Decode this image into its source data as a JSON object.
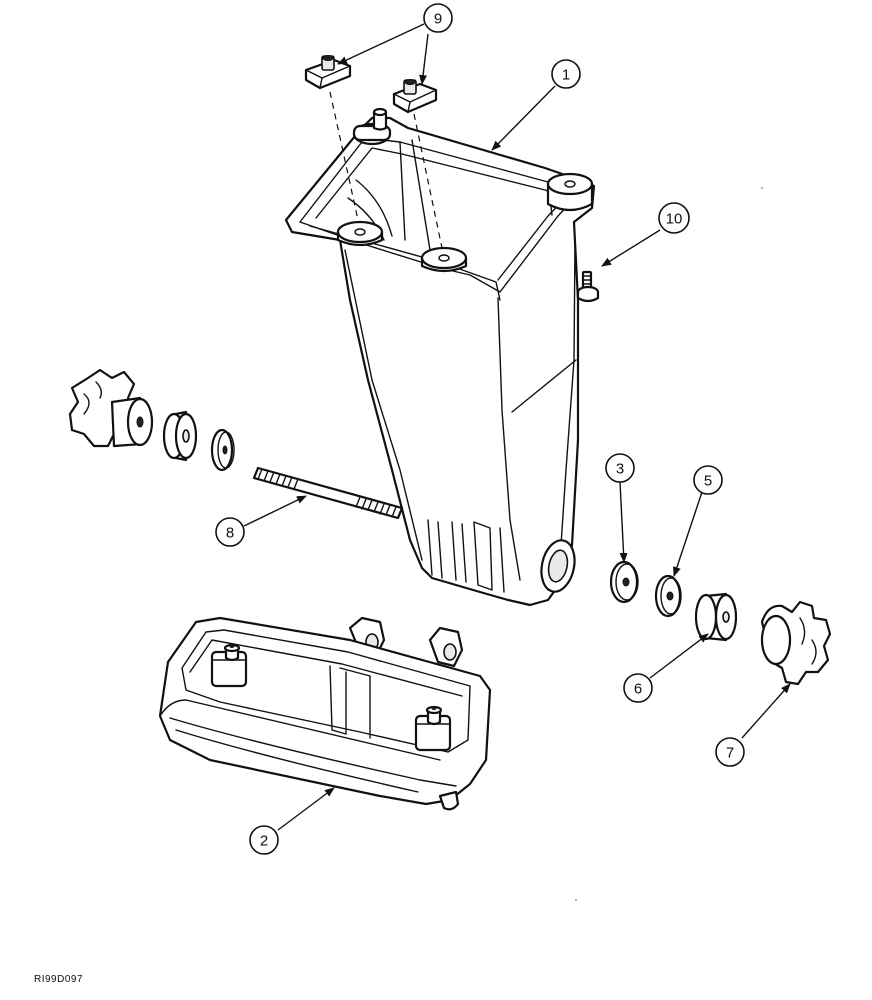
{
  "figure_code": "RI99D097",
  "callouts": [
    {
      "id": "callout-1",
      "label": "1"
    },
    {
      "id": "callout-2",
      "label": "2"
    },
    {
      "id": "callout-3",
      "label": "3"
    },
    {
      "id": "callout-5",
      "label": "5"
    },
    {
      "id": "callout-6",
      "label": "6"
    },
    {
      "id": "callout-7",
      "label": "7"
    },
    {
      "id": "callout-8",
      "label": "8"
    },
    {
      "id": "callout-9",
      "label": "9"
    },
    {
      "id": "callout-10",
      "label": "10"
    }
  ]
}
